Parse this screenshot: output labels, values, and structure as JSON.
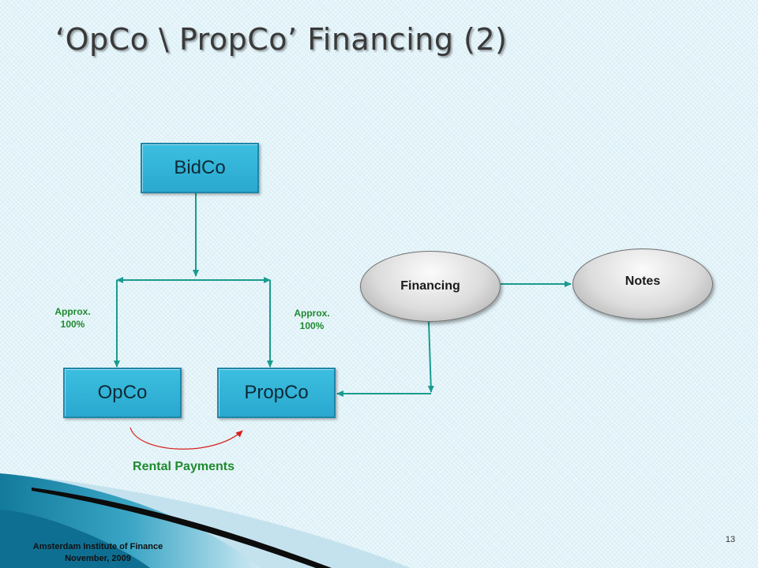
{
  "slide": {
    "title": "‘OpCo \\ PropCo’ Financing (2)",
    "page_number": "13",
    "footer": {
      "line1": "Amsterdam Institute of Finance",
      "line2": "November, 2009"
    }
  },
  "diagram": {
    "nodes": {
      "bidco": "BidCo",
      "opco": "OpCo",
      "propco": "PropCo",
      "financing": "Financing",
      "notes": "Notes"
    },
    "ownership": {
      "opco_line1": "Approx.",
      "opco_line2": "100%",
      "propco_line1": "Approx.",
      "propco_line2": "100%"
    },
    "rental_payments": "Rental Payments"
  },
  "colors": {
    "box_fill": "#2fb3d8",
    "connector": "#1a9b8e",
    "label_green": "#1e8a2e",
    "rental_arrow": "#d9201b"
  }
}
